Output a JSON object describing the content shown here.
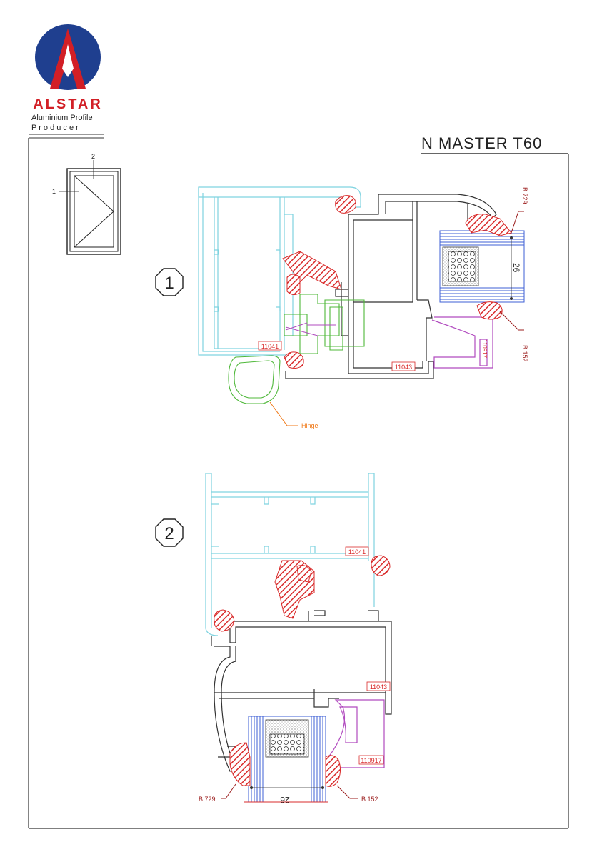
{
  "brand": {
    "name": "ALSTAR",
    "tagline_line1": "Aluminium Profile",
    "tagline_line2": "P r o d u c e r"
  },
  "sheet": {
    "title": "N MASTER T60"
  },
  "key_plan": {
    "label_1": "1",
    "label_2": "2"
  },
  "section_1": {
    "badge": "1",
    "sash_code": "11041",
    "frame_code": "11043",
    "bead_code": "110917",
    "gasket_top": "B 729",
    "gasket_bottom": "B 152",
    "glass_dim": "26",
    "hinge_label": "Hinge"
  },
  "section_2": {
    "badge": "2",
    "sash_code": "11041",
    "frame_code": "11043",
    "bead_code": "110917",
    "gasket_left": "B 729",
    "gasket_right": "B 152",
    "glass_dim": "26"
  },
  "colors": {
    "logo_blue": "#1f3f8f",
    "logo_red": "#d21f26",
    "sash": "#7fd3e0",
    "frame": "#333333",
    "bead": "#b14bbf",
    "gasket": "#d92b2b",
    "hinge": "#4fb83a",
    "glass": "#3d5fd6",
    "annotation": "#9b1c1c",
    "hinge_label": "#f07a1a"
  }
}
